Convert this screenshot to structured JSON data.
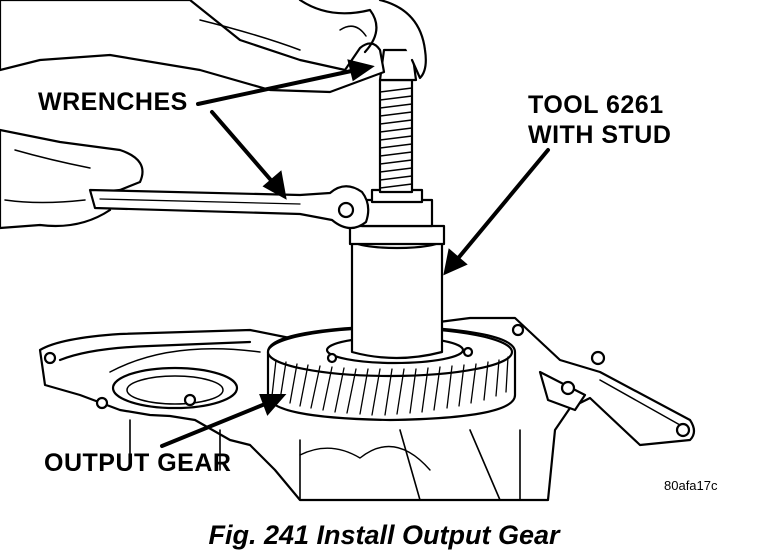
{
  "callouts": {
    "wrenches": "WRENCHES",
    "tool_line1": "TOOL 6261",
    "tool_line2": "WITH STUD",
    "output_gear": "OUTPUT GEAR"
  },
  "figure_code": "80afa17c",
  "caption": "Fig. 241 Install Output Gear",
  "colors": {
    "ink": "#000000",
    "paper": "#ffffff"
  }
}
